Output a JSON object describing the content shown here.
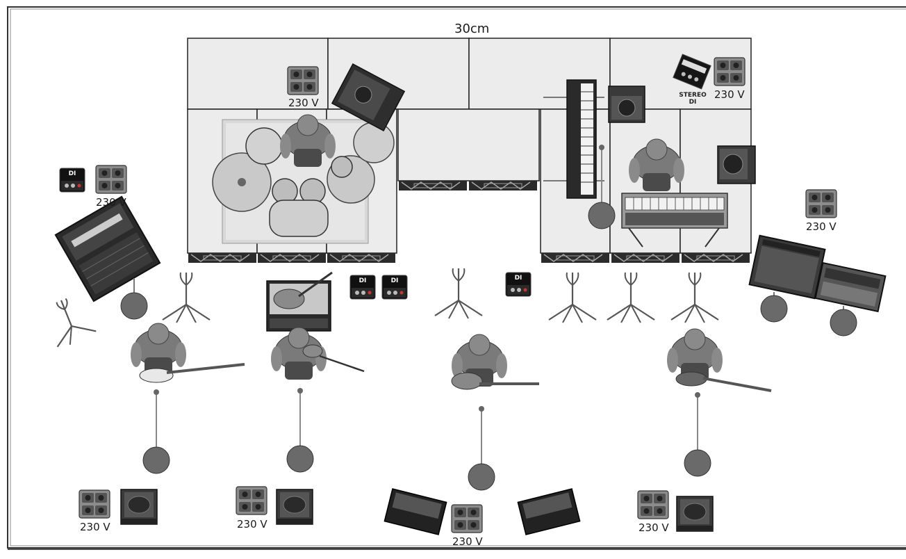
{
  "stage": {
    "width_label": "30cm",
    "power_label": "230 V",
    "stereo_di_label": "STEREO\nDI",
    "di_box_label": "DI"
  },
  "icons": [
    "power-socket-icon",
    "di-box-icon",
    "stereo-di-box-icon",
    "mic-stand-icon",
    "boom-stand-icon",
    "monitor-wedge-icon",
    "amplifier-icon",
    "drum-kit-icon",
    "keyboard-icon",
    "stage-piano-icon",
    "violin-case-icon",
    "musician-icon"
  ]
}
